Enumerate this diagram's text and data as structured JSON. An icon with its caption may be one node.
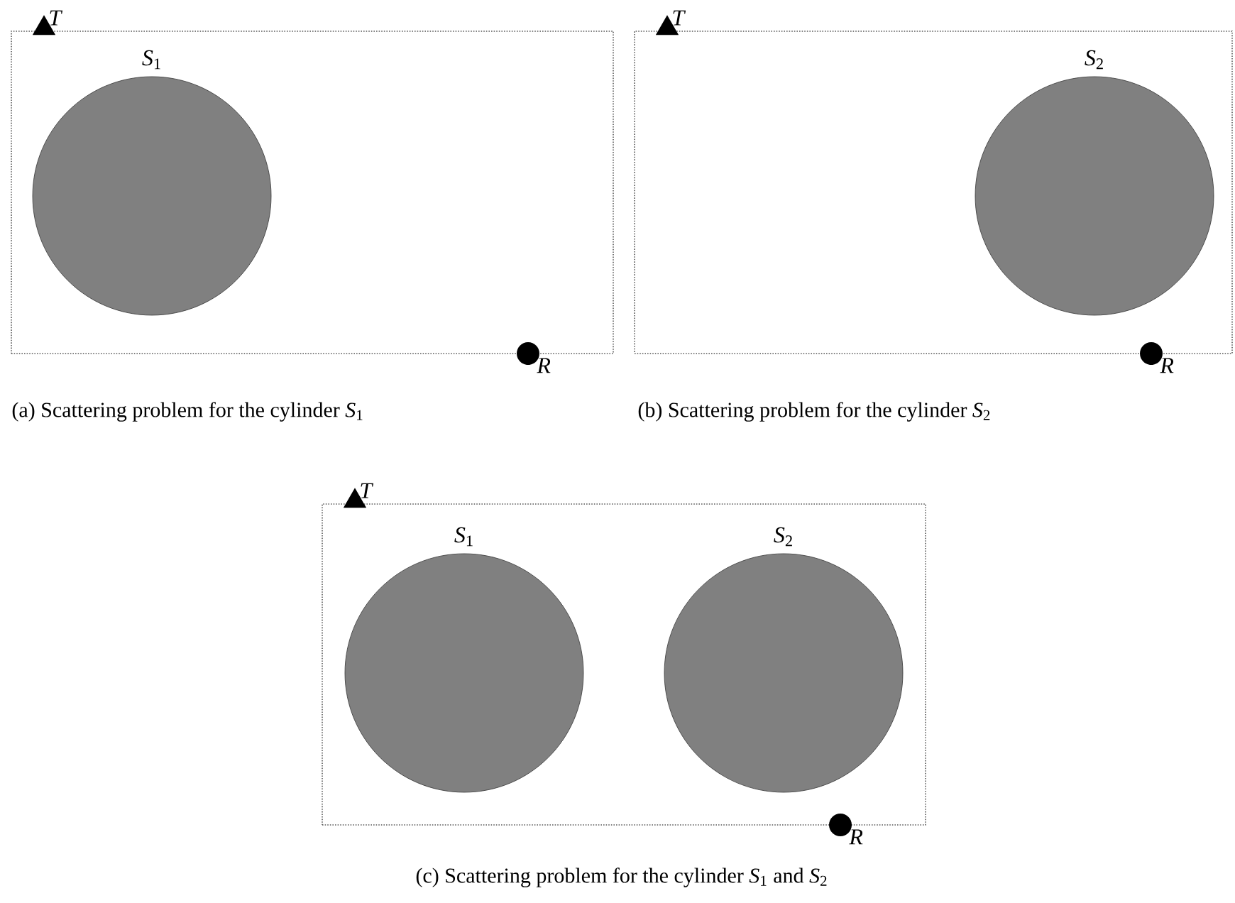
{
  "diagram": {
    "nodes": [
      {
        "text": [],
        "shape": "box"
      },
      {
        "text": [
          "T"
        ]
      },
      {
        "text": [
          "*S*$_{1}$"
        ],
        "in": 0
      },
      {
        "text": [
          "R"
        ]
      },
      {
        "text": [],
        "shape": "box"
      },
      {
        "text": [
          "T"
        ]
      },
      {
        "text": [
          "*S*$_{2}$"
        ],
        "in": 4
      },
      {
        "text": [
          "R"
        ]
      },
      {
        "text": [],
        "shape": "box"
      },
      {
        "text": [
          "T"
        ]
      },
      {
        "text": [
          "*S*$_{1}$"
        ],
        "in": 8
      },
      {
        "text": [
          "*S*$_{2}$"
        ],
        "in": 8
      },
      {
        "text": [
          "R"
        ]
      }
    ],
    "labels": [
      "(a) Scattering problem for the cylinder *S*$_{1}$",
      "(b) Scattering problem for the cylinder *S*$_{2}$",
      "(c) Scattering problem for the cylinder *S*$_{1}$ and *S*$_{2}$"
    ]
  }
}
